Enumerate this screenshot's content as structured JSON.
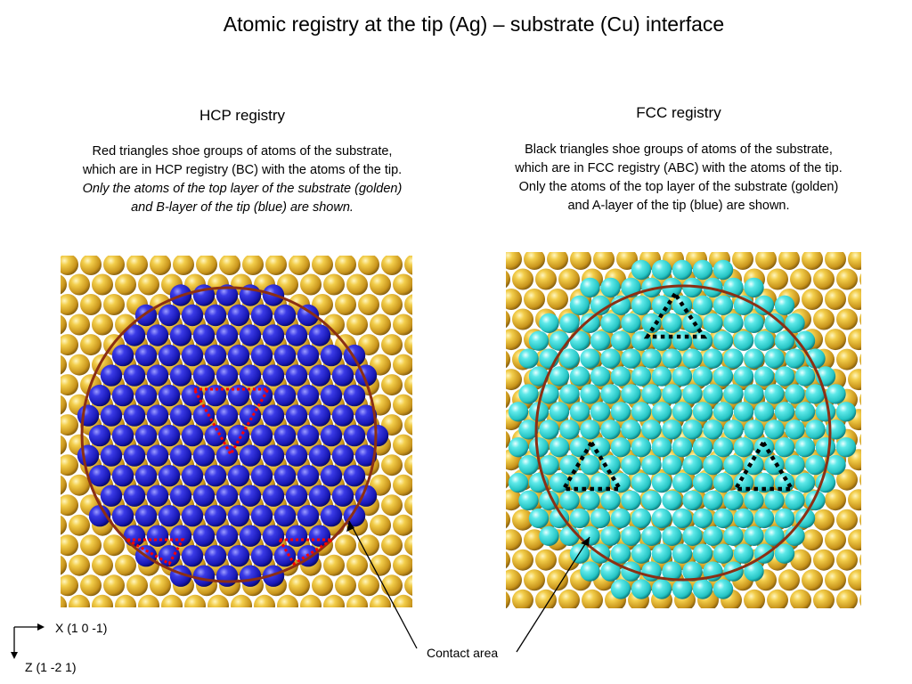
{
  "title": "Atomic registry at the tip (Ag) – substrate (Cu) interface",
  "hcp": {
    "heading": "HCP registry",
    "lines": [
      "Red triangles shoe groups of atoms of the substrate,",
      "which are in HCP registry (BC) with the atoms of the tip."
    ],
    "italic_lines": [
      "Only the atoms of the top layer of the substrate (golden)",
      "and B-layer of the tip (blue) are shown."
    ]
  },
  "fcc": {
    "heading": "FCC registry",
    "lines": [
      "Black triangles shoe groups of atoms of the substrate,",
      "which are in FCC registry (ABC) with the atoms of the tip.",
      "Only the atoms of the top layer of the substrate (golden)",
      "and A-layer of the tip (blue) are shown."
    ]
  },
  "axes": {
    "x_label": "X (1 0 -1)",
    "z_label": "Z (1 -2 1)"
  },
  "contact_area_label": "Contact area",
  "colors": {
    "substrate_gold": "#e2b431",
    "tip_blue_hcp": "#1f1fc8",
    "tip_cyan_fcc": "#34d8d8",
    "contact_circle": "#8b2f14",
    "hcp_triangle": "#ff0000",
    "fcc_triangle": "#000000"
  }
}
